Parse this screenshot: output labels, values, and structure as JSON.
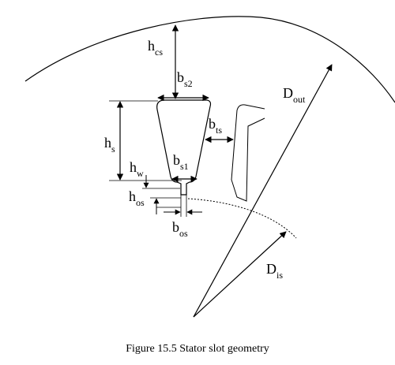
{
  "figure": {
    "caption": "Figure 15.5 Stator slot geometry",
    "labels": {
      "hcs": {
        "main": "h",
        "sub": "cs"
      },
      "bs2": {
        "main": "b",
        "sub": "s2"
      },
      "hs": {
        "main": "h",
        "sub": "s"
      },
      "bts": {
        "main": "b",
        "sub": "ts"
      },
      "hw": {
        "main": "h",
        "sub": "w"
      },
      "bs1": {
        "main": "b",
        "sub": "s1"
      },
      "hos": {
        "main": "h",
        "sub": "os"
      },
      "bos": {
        "main": "b",
        "sub": "os"
      },
      "dout": {
        "main": "D",
        "sub": "out"
      },
      "dis": {
        "main": "D",
        "sub": "is"
      }
    }
  }
}
